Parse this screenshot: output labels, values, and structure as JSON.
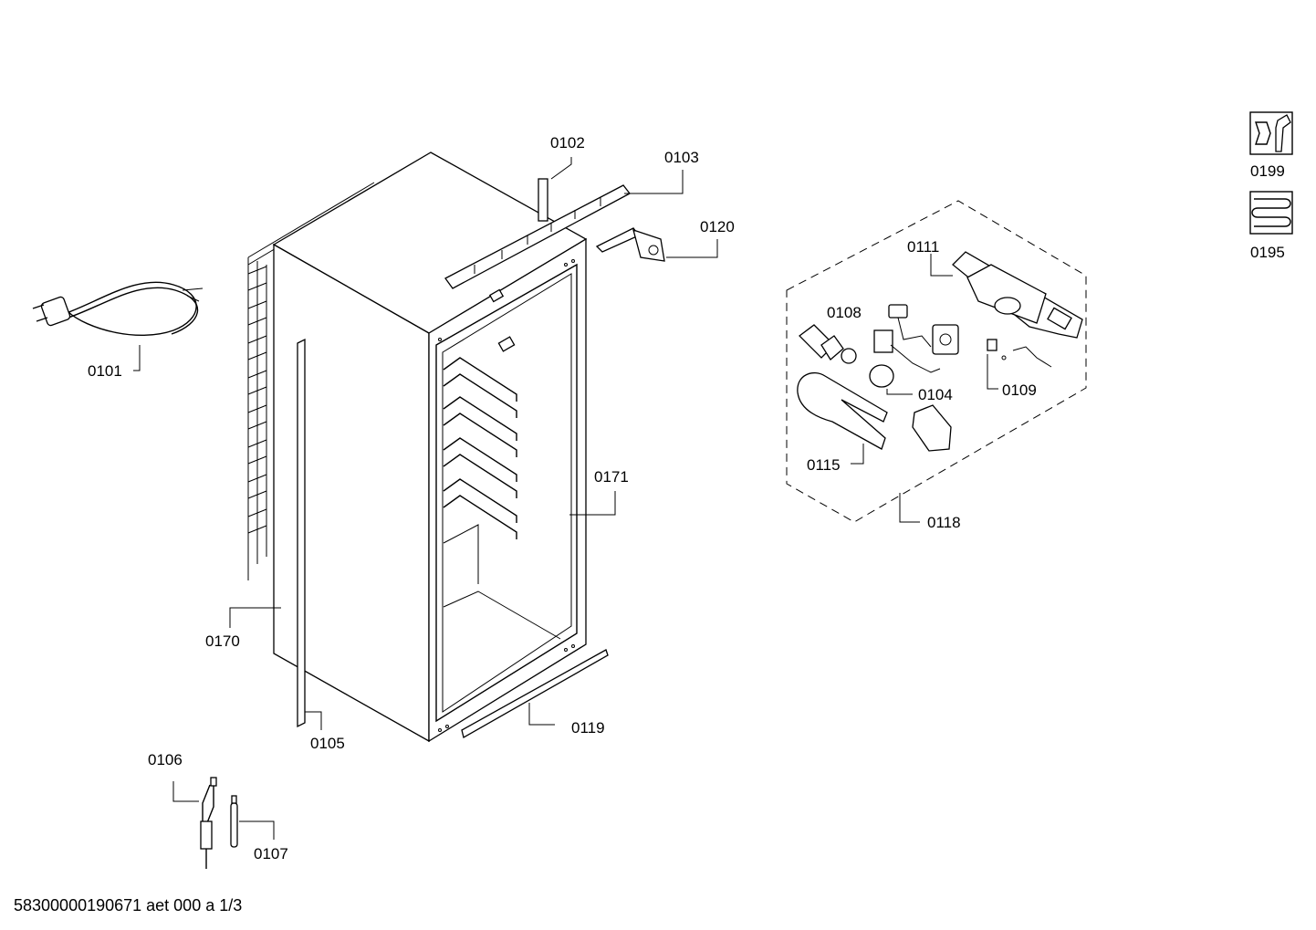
{
  "callouts": {
    "c0101": "0101",
    "c0102": "0102",
    "c0103": "0103",
    "c0104": "0104",
    "c0105": "0105",
    "c0106": "0106",
    "c0107": "0107",
    "c0108": "0108",
    "c0109": "0109",
    "c0111": "0111",
    "c0115": "0115",
    "c0118": "0118",
    "c0119": "0119",
    "c0120": "0120",
    "c0170": "0170",
    "c0171": "0171",
    "c0195": "0195",
    "c0199": "0199"
  },
  "footer": {
    "document_code": "58300000190671 aet 000 a 1/3"
  },
  "icons": {
    "service_kit": "wrench-icon",
    "heater_coil": "coil-icon"
  }
}
